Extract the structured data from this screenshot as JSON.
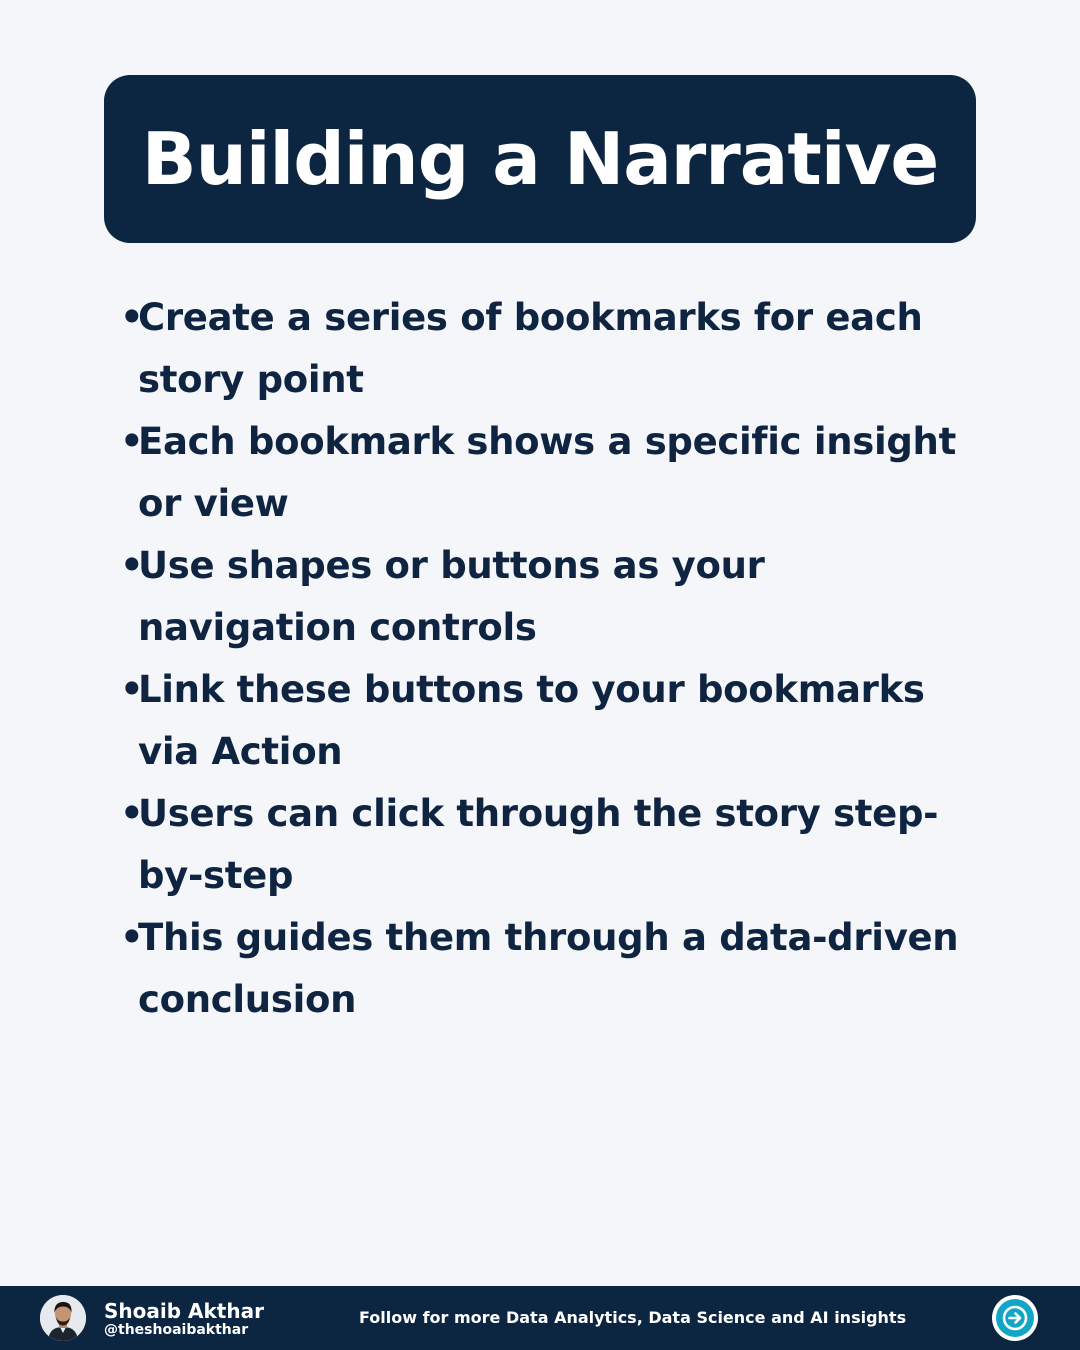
{
  "title": "Building a Narrative",
  "bullet_symbol": "•",
  "bullets": [
    {
      "text": "Create a series of bookmarks for each story point"
    },
    {
      "text": "Each bookmark shows a specific insight or view"
    },
    {
      "text": "Use shapes or buttons as your navigation controls"
    },
    {
      "text": "Link these buttons to your bookmarks via Action"
    },
    {
      "text": "Users can click through the story step-by-step"
    },
    {
      "text": "This guides them through a data-driven conclusion"
    }
  ],
  "footer": {
    "author_name": "Shoaib Akthar",
    "author_handle": "@theshoaibakthar",
    "cta": "Follow for more Data Analytics, Data Science and AI insights",
    "next_icon": "arrow-right-circle-icon"
  },
  "colors": {
    "background": "#f4f6fa",
    "navy": "#0c2541",
    "text": "#0f2440",
    "accent": "#12a6c6"
  }
}
